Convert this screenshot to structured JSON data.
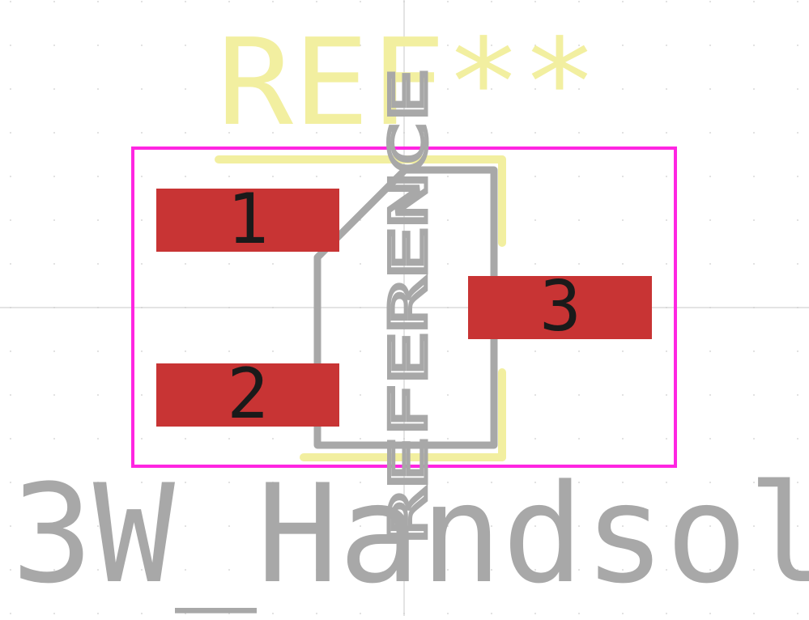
{
  "footprint": {
    "reference_text": "REF**",
    "value_text": "3W_Handsol",
    "fab_reference_text": "REFERENCE",
    "pads": [
      {
        "number": "1"
      },
      {
        "number": "2"
      },
      {
        "number": "3"
      }
    ]
  },
  "colors": {
    "background": "#ffffff",
    "grid_dot": "#d8d8d8",
    "crosshair": "#c8c8c8",
    "silkscreen": "#f2efa0",
    "courtyard": "#ff26e2",
    "fab_outline": "#a8a8a8",
    "pad": "#c83434",
    "pad_number": "#1a1a1a",
    "fab_text": "#a8a8a8"
  }
}
